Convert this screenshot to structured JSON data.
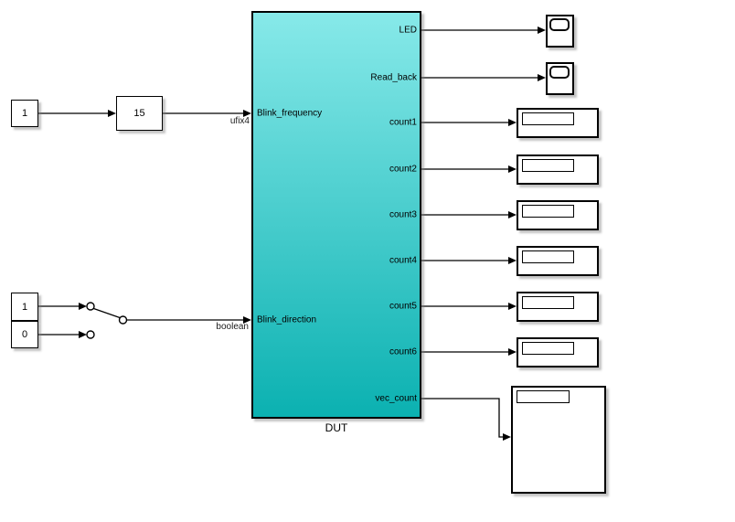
{
  "colors": {
    "background": "#FFFFFF",
    "dut_gradient_top": "#87E9E9",
    "dut_gradient_bottom": "#0BB1B1",
    "block_fill": "#FFFFFF",
    "line": "#000000"
  },
  "sources": {
    "freq_input_value": "1",
    "freq_constant_value": "15",
    "switch_on_value": "1",
    "switch_off_value": "0"
  },
  "dut": {
    "label": "DUT",
    "inputs": [
      "Blink_frequency",
      "Blink_direction"
    ],
    "outputs": [
      "LED",
      "Read_back",
      "count1",
      "count2",
      "count3",
      "count4",
      "count5",
      "count6",
      "vec_count"
    ]
  },
  "signal_labels": {
    "freq_dtype": "ufix4",
    "dir_dtype": "boolean"
  }
}
